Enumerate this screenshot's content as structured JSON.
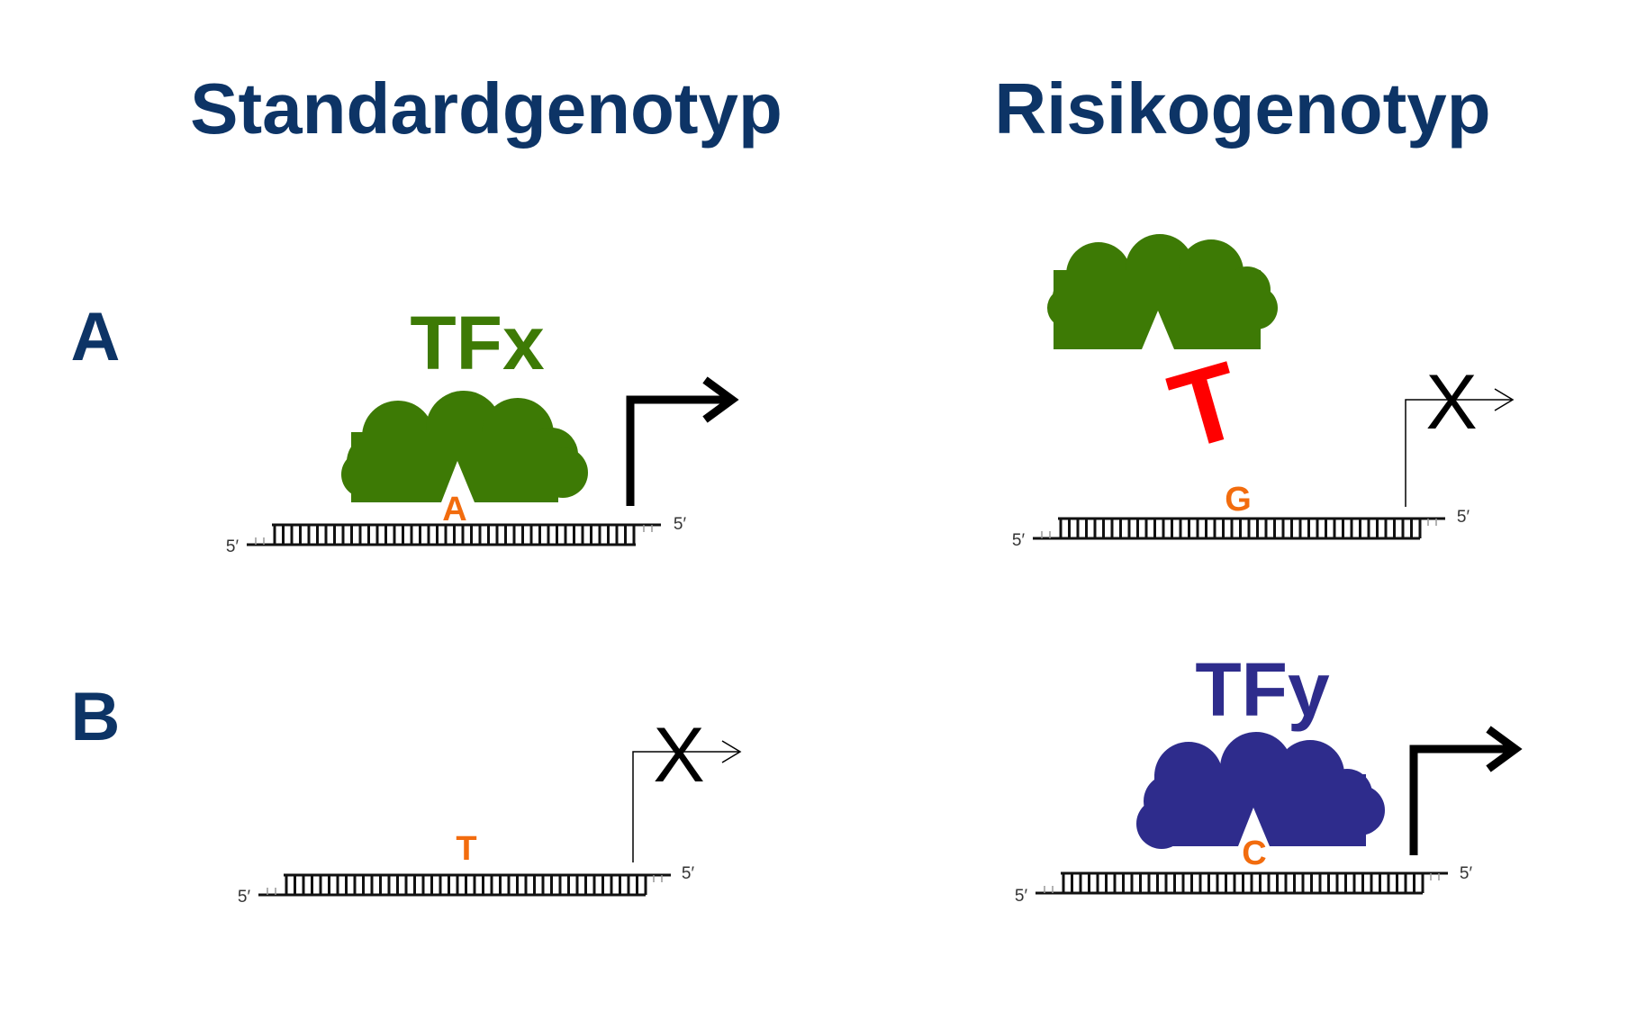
{
  "headings": {
    "left": "Standardgenotyp",
    "right": "Risikogenotyp"
  },
  "rows": {
    "a_label": "A",
    "b_label": "B"
  },
  "panels": {
    "a_standard": {
      "factor": "TFx",
      "base": "A",
      "end_left": "5′",
      "end_right": "5′",
      "transcription": "active"
    },
    "a_risk": {
      "block_symbol": "T",
      "base": "G",
      "end_left": "5′",
      "end_right": "5′",
      "transcription": "blocked",
      "blocked_symbol": "X"
    },
    "b_standard": {
      "base": "T",
      "end_left": "5′",
      "end_right": "5′",
      "transcription": "blocked",
      "blocked_symbol": "X"
    },
    "b_risk": {
      "factor": "TFy",
      "base": "C",
      "end_left": "5′",
      "end_right": "5′",
      "transcription": "active"
    }
  },
  "colors": {
    "heading": "#0d3466",
    "tfx": "#3d7a05",
    "tfy": "#2e2c8c",
    "base": "#f26c0e",
    "block": "#ff0000",
    "dna": "#111111",
    "arrow": "#000000"
  },
  "icons": {
    "tf_shape": "cloud-protein-icon",
    "active_promoter": "bent-arrow-icon",
    "blocked_promoter": "crossed-thin-arrow-icon",
    "dna": "double-strand-dna-icon"
  }
}
